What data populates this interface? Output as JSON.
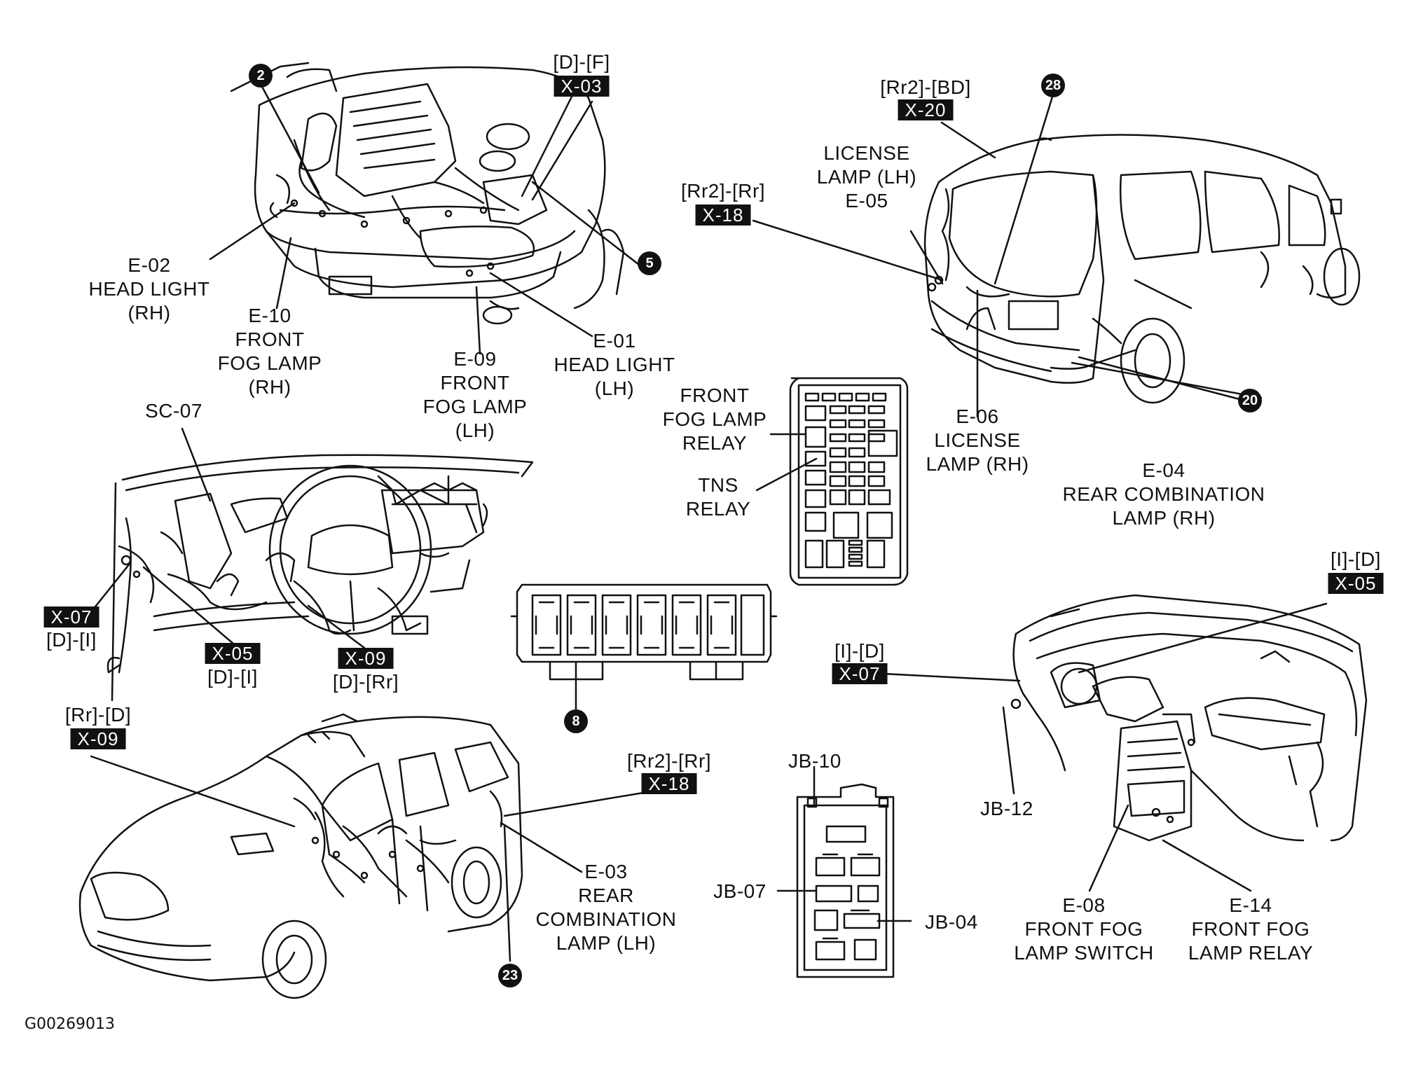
{
  "figure_id": "G00269013",
  "labels": {
    "e02": [
      "E-02",
      "HEAD LIGHT",
      "(RH)"
    ],
    "e10": [
      "E-10",
      "FRONT",
      "FOG LAMP",
      "(RH)"
    ],
    "e09": [
      "E-09",
      "FRONT",
      "FOG LAMP",
      "(LH)"
    ],
    "e01": [
      "E-01",
      "HEAD LIGHT",
      "(LH)"
    ],
    "license_lh": [
      "LICENSE",
      "LAMP (LH)",
      "E-05"
    ],
    "e06": [
      "E-06",
      "LICENSE",
      "LAMP (RH)"
    ],
    "e04": [
      "E-04",
      "REAR COMBINATION",
      "LAMP (RH)"
    ],
    "front_fog_relay": [
      "FRONT",
      "FOG LAMP",
      "RELAY"
    ],
    "tns_relay": [
      "TNS",
      "RELAY"
    ],
    "sc07": [
      "SC-07"
    ],
    "e03": [
      "E-03",
      "REAR",
      "COMBINATION",
      "LAMP (LH)"
    ],
    "jb10": [
      "JB-10"
    ],
    "jb07": [
      "JB-07"
    ],
    "jb04": [
      "JB-04"
    ],
    "jb12": [
      "JB-12"
    ],
    "e08": [
      "E-08",
      "FRONT FOG",
      "LAMP SWITCH"
    ],
    "e14": [
      "E-14",
      "FRONT FOG",
      "LAMP RELAY"
    ]
  },
  "connectors": {
    "x03": {
      "route": "[D]-[F]",
      "tag": "X-03"
    },
    "x20": {
      "route": "[Rr2]-[BD]",
      "tag": "X-20"
    },
    "x18_top": {
      "route": "[Rr2]-[Rr]",
      "tag": "X-18"
    },
    "x07_left": {
      "route": "[D]-[I]",
      "tag": "X-07"
    },
    "x05_left": {
      "route": "[D]-[I]",
      "tag": "X-05"
    },
    "x09_left": {
      "route": "[D]-[Rr]",
      "tag": "X-09"
    },
    "x05_right": {
      "route": "[I]-[D]",
      "tag": "X-05"
    },
    "x07_right": {
      "route": "[I]-[D]",
      "tag": "X-07"
    },
    "x09_bottom": {
      "route": "[Rr]-[D]",
      "tag": "X-09"
    },
    "x18_bottom": {
      "route": "[Rr2]-[Rr]",
      "tag": "X-18"
    }
  },
  "ground_points": {
    "g2": "2",
    "g5": "5",
    "g28": "28",
    "g20": "20",
    "g8": "8",
    "g23": "23"
  }
}
